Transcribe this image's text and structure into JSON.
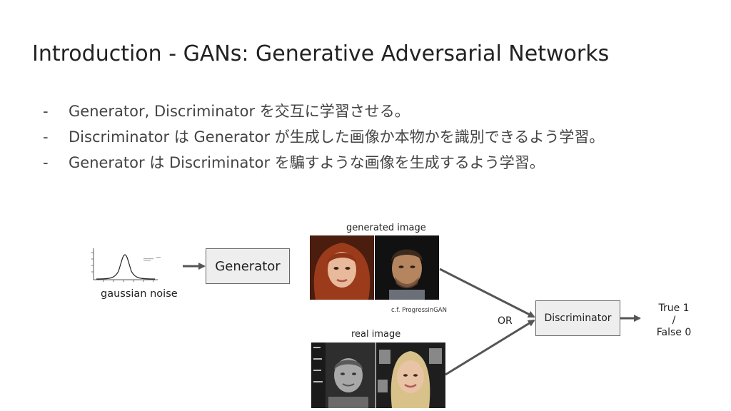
{
  "slide": {
    "title": "Introduction - GANs: Generative Adversarial Networks",
    "bullets": [
      {
        "dash": "-",
        "text": "Generator, Discriminator を交互に学習させる。"
      },
      {
        "dash": "-",
        "text": "Discriminator は Generator が生成した画像か本物かを識別できるよう学習。"
      },
      {
        "dash": "-",
        "text": "Generator は Discriminator を騙すような画像を生成するよう学習。"
      }
    ]
  },
  "diagram": {
    "noise_label": "gaussian noise",
    "generator_label": "Generator",
    "generated_label": "generated image",
    "source_note": "c.f. ProgressinGAN",
    "real_label": "real image",
    "or_label": "OR",
    "discriminator_label": "Discriminator",
    "output_line1": "True 1",
    "output_line2": "/",
    "output_line3": "False 0",
    "colors": {
      "box_fill": "#eeeeee",
      "box_stroke": "#666666",
      "arrow": "#555555"
    }
  }
}
